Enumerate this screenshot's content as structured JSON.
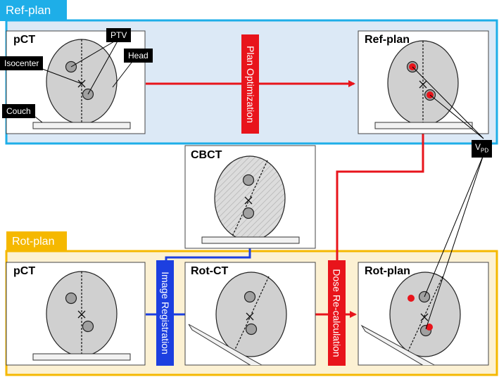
{
  "groups": {
    "ref": {
      "title": "Ref-plan",
      "color": "#1eaee8"
    },
    "rot": {
      "title": "Rot-plan",
      "color": "#f5b800"
    }
  },
  "panels": {
    "pct_top": "pCT",
    "refplan": "Ref-plan",
    "cbct": "CBCT",
    "pct_bottom": "pCT",
    "rotct": "Rot-CT",
    "rotplan": "Rot-plan"
  },
  "tags": {
    "isocenter": "Isocenter",
    "ptv": "PTV",
    "head": "Head",
    "couch": "Couch",
    "vpd_main": "V",
    "vpd_sub": "PD"
  },
  "arrows": {
    "plan_optimization": "Plan Optimization",
    "image_registration": "Image Registration",
    "dose_recalculation": "Dose Re-calculation"
  },
  "colors": {
    "red": "#e8141b",
    "blue": "#1c3fe0",
    "ref_fill": "#dce9f6",
    "rot_fill": "#fcf1d3",
    "head_fill": "#d0d0d0"
  }
}
